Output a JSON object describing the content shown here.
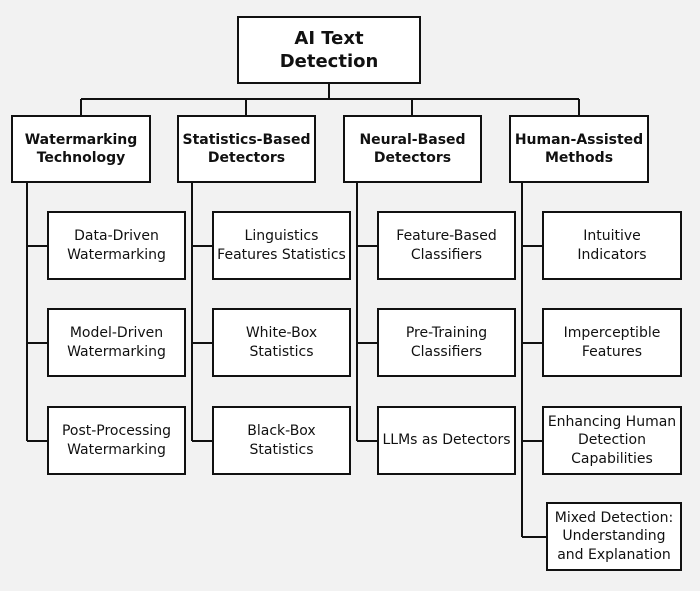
{
  "root": {
    "label": "AI Text Detection"
  },
  "categories": [
    {
      "label": "Watermarking Technology",
      "items": [
        "Data-Driven Watermarking",
        "Model-Driven Watermarking",
        "Post-Processing Watermarking"
      ]
    },
    {
      "label": "Statistics-Based Detectors",
      "items": [
        "Linguistics Features Statistics",
        "White-Box Statistics",
        "Black-Box Statistics"
      ]
    },
    {
      "label": "Neural-Based Detectors",
      "items": [
        "Feature-Based Classifiers",
        "Pre-Training Classifiers",
        "LLMs as Detectors"
      ]
    },
    {
      "label": "Human-Assisted Methods",
      "items": [
        "Intuitive Indicators",
        "Imperceptible Features",
        "Enhancing Human Detection Capabilities",
        "Mixed Detection: Understanding and Explanation"
      ]
    }
  ]
}
